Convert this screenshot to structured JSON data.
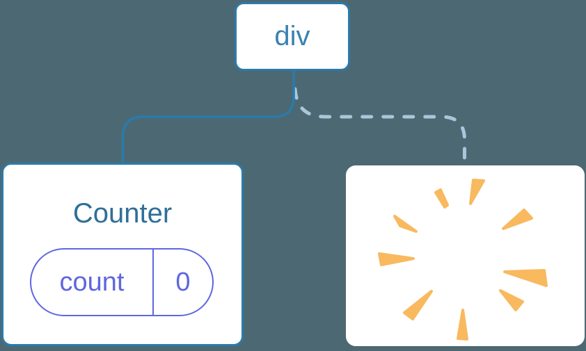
{
  "diagram": {
    "root_node": {
      "label": "div"
    },
    "counter_node": {
      "title": "Counter",
      "state": {
        "name": "count",
        "value": "0"
      }
    },
    "removed_node": {
      "icon": "poof-burst-icon"
    },
    "connectors": [
      {
        "from": "div",
        "to": "Counter",
        "style": "solid"
      },
      {
        "from": "div",
        "to": "removed",
        "style": "dashed"
      }
    ]
  },
  "colors": {
    "background": "#4C6973",
    "node_bg": "#FFFFFF",
    "node_border": "#2B7AAB",
    "solid_line": "#2B7AAB",
    "dashed_line": "#A9C6DB",
    "div_text": "#3B82B0",
    "counter_text": "#2F6F98",
    "state_color": "#5E66E0",
    "poof": "#F8B95F"
  }
}
